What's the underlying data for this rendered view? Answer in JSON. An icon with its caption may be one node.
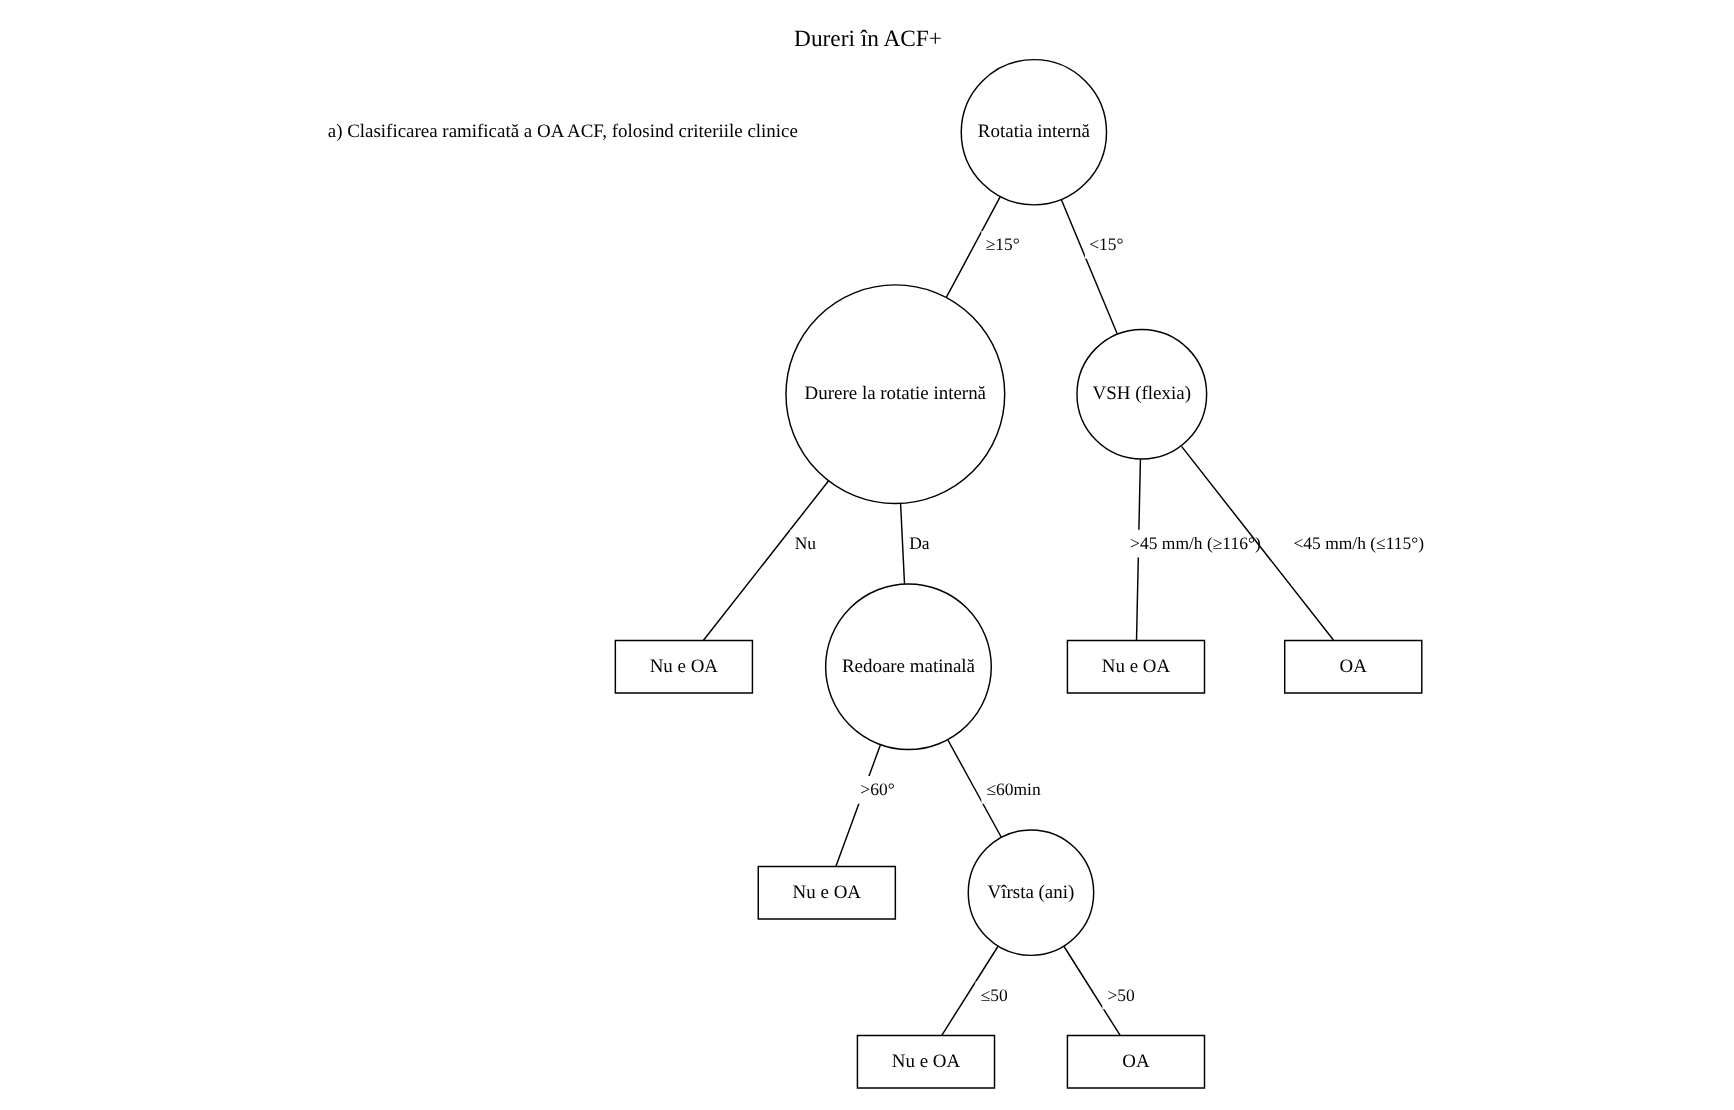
{
  "diagram": {
    "title": "Dureri în ACF+",
    "nodes": [
      {
        "text": [
          "Rotatia internă"
        ]
      },
      {
        "text": [
          "Durere la rotatie internă"
        ]
      },
      {
        "text": [
          "VSH (flexia)"
        ]
      },
      {
        "text": [
          "Nu e OA"
        ]
      },
      {
        "text": [
          "Redoare matinală"
        ]
      },
      {
        "text": [
          "Nu e OA"
        ]
      },
      {
        "text": [
          "OA"
        ]
      },
      {
        "text": [
          "Nu e OA"
        ]
      },
      {
        "text": [
          "Vîrsta (ani)"
        ]
      },
      {
        "text": [
          "Nu e OA"
        ]
      },
      {
        "text": [
          "OA"
        ]
      }
    ],
    "edges": [
      {
        "from": 0,
        "to": 1,
        "arrow": "none",
        "label": "≥15°"
      },
      {
        "from": 0,
        "to": 2,
        "arrow": "none",
        "label": "<15°"
      },
      {
        "from": 1,
        "to": 3,
        "arrow": "none",
        "label": "Nu"
      },
      {
        "from": 1,
        "to": 4,
        "arrow": "none",
        "label": "Da"
      },
      {
        "from": 2,
        "to": 5,
        "arrow": "none",
        "label": ">45 mm/h (≥116°)"
      },
      {
        "from": 2,
        "to": 6,
        "arrow": "none",
        "label": "<45 mm/h (≤115°)"
      },
      {
        "from": 4,
        "to": 7,
        "arrow": "none",
        "label": ">60°"
      },
      {
        "from": 4,
        "to": 8,
        "arrow": "none",
        "label": "≤60min"
      },
      {
        "from": 8,
        "to": 9,
        "arrow": "none",
        "label": "≤50"
      },
      {
        "from": 8,
        "to": 10,
        "arrow": "none",
        "label": ">50"
      }
    ],
    "labels": [
      "a) Clasificarea ramificată a OA ACF, folosind criteriile clinice"
    ]
  }
}
